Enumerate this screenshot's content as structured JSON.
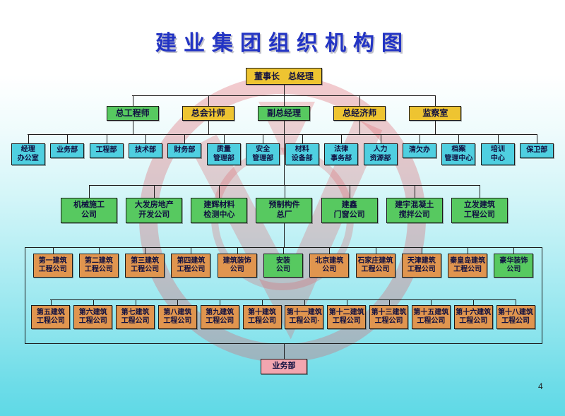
{
  "page": {
    "title": "建业集团组织机构图",
    "page_number": "4"
  },
  "palette": {
    "yellow": "#eec431",
    "green": "#57c960",
    "cyan": "#4fcfe0",
    "orange": "#e0954f",
    "pink": "#f2a6b0",
    "line": "#1a1a1a",
    "title": "#2334c4",
    "watermark": "#dd5c66"
  },
  "org": {
    "root": {
      "label": "董事长　总经理",
      "color": "yellow"
    },
    "level2": [
      {
        "label": "总工程师",
        "color": "green"
      },
      {
        "label": "总会计师",
        "color": "yellow"
      },
      {
        "label": "副总经理",
        "color": "green"
      },
      {
        "label": "总经济师",
        "color": "yellow"
      },
      {
        "label": "监察室",
        "color": "yellow"
      }
    ],
    "level3": [
      "经理\n办公室",
      "业务部",
      "工程部",
      "技术部",
      "财务部",
      "质量\n管理部",
      "安全\n管理部",
      "材料\n设备部",
      "法律\n事务部",
      "人力\n资源部",
      "清欠办",
      "档案\n管理中心",
      "培训\n中心",
      "保卫部"
    ],
    "level4": [
      "机械施工\n公司",
      "大发房地产\n开发公司",
      "建辉材料\n检测中心",
      "预制构件\n总厂",
      "建鑫\n门窗公司",
      "建宇混凝土\n搅拌公司",
      "立发建筑\n工程公司"
    ],
    "level5": [
      {
        "label": "第一建筑\n工程公司",
        "color": "orange"
      },
      {
        "label": "第二建筑\n工程公司",
        "color": "orange"
      },
      {
        "label": "第三建筑\n工程公司",
        "color": "orange"
      },
      {
        "label": "第四建筑\n工程公司",
        "color": "orange"
      },
      {
        "label": "建筑装饰\n公司",
        "color": "orange"
      },
      {
        "label": "安装\n公司",
        "color": "green"
      },
      {
        "label": "北京建筑\n公司",
        "color": "orange"
      },
      {
        "label": "石家庄建筑\n工程公司",
        "color": "orange"
      },
      {
        "label": "天津建筑\n工程公司",
        "color": "orange"
      },
      {
        "label": "秦皇岛建筑\n工程公司",
        "color": "orange"
      },
      {
        "label": "豪华装饰\n公司",
        "color": "green"
      }
    ],
    "level6": [
      "第五建筑\n工程公司",
      "第六建筑\n工程公司",
      "第七建筑\n工程公司",
      "第八建筑\n工程公司",
      "第九建筑\n工程公司",
      "第十建筑\n工程公司",
      "第十一建筑\n工程公司·",
      "第十二建筑\n工程公司",
      "第十三建筑\n工程公司",
      "第十五建筑\n工程公司",
      "第十六建筑\n工程公司",
      "第十八建筑\n工程公司"
    ],
    "bottom": {
      "label": "业务部",
      "color": "pink"
    }
  }
}
